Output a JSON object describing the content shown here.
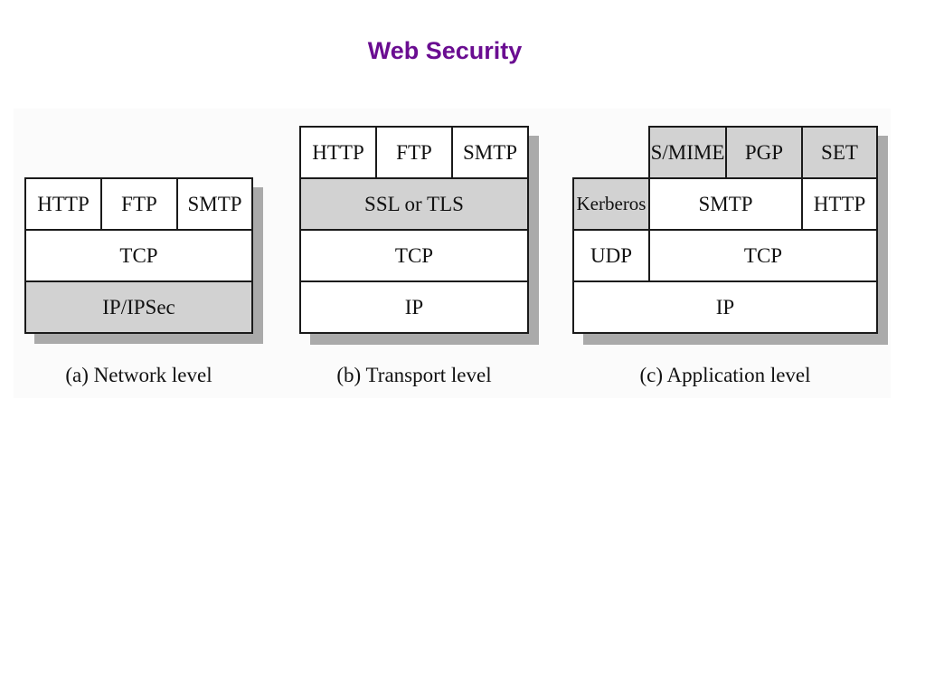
{
  "slide": {
    "title": "Web Security",
    "accent_color": "#6a0d91"
  },
  "diagrams": {
    "network": {
      "caption": "(a) Network level",
      "row1": [
        "HTTP",
        "FTP",
        "SMTP"
      ],
      "row2": "TCP",
      "row3": "IP/IPSec"
    },
    "transport": {
      "caption": "(b) Transport level",
      "row1": [
        "HTTP",
        "FTP",
        "SMTP"
      ],
      "row2": "SSL or TLS",
      "row3": "TCP",
      "row4": "IP"
    },
    "application": {
      "caption": "(c) Application level",
      "row1": [
        "S/MIME",
        "PGP",
        "SET"
      ],
      "row2": [
        "Kerberos",
        "SMTP",
        "HTTP"
      ],
      "row3": [
        "UDP",
        "TCP"
      ],
      "row4": "IP"
    }
  },
  "colors": {
    "highlight_fill": "#d2d2d2",
    "plain_fill": "#ffffff",
    "border": "#1a1a1a",
    "shadow": "#aaaaaa"
  }
}
